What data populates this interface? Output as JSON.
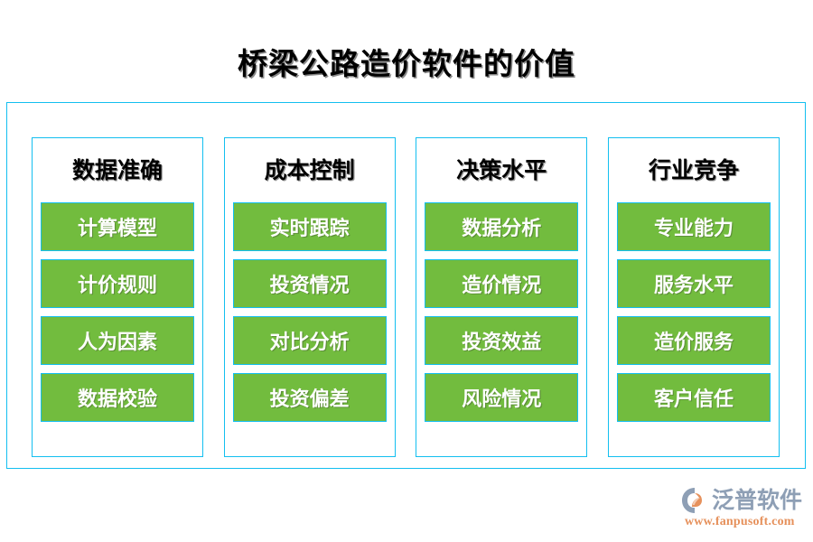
{
  "page": {
    "title": "桥梁公路造价软件的价值",
    "accent_border_color": "#13BFF0",
    "item_fill_color": "#72BC3E",
    "item_text_color": "#FFFFFF",
    "title_text_color": "#000000",
    "background_color": "#FFFFFF"
  },
  "columns": [
    {
      "header": "数据准确",
      "items": [
        "计算模型",
        "计价规则",
        "人为因素",
        "数据校验"
      ]
    },
    {
      "header": "成本控制",
      "items": [
        "实时跟踪",
        "投资情况",
        "对比分析",
        "投资偏差"
      ]
    },
    {
      "header": "决策水平",
      "items": [
        "数据分析",
        "造价情况",
        "投资效益",
        "风险情况"
      ]
    },
    {
      "header": "行业竞争",
      "items": [
        "专业能力",
        "服务水平",
        "造价服务",
        "客户信任"
      ]
    }
  ],
  "watermark": {
    "icon": "fanpu-logo-icon",
    "brand": "泛普软件",
    "url": "www.fanpusoft.com",
    "brand_color": "#8E9FB5",
    "url_color": "#E6915C"
  }
}
